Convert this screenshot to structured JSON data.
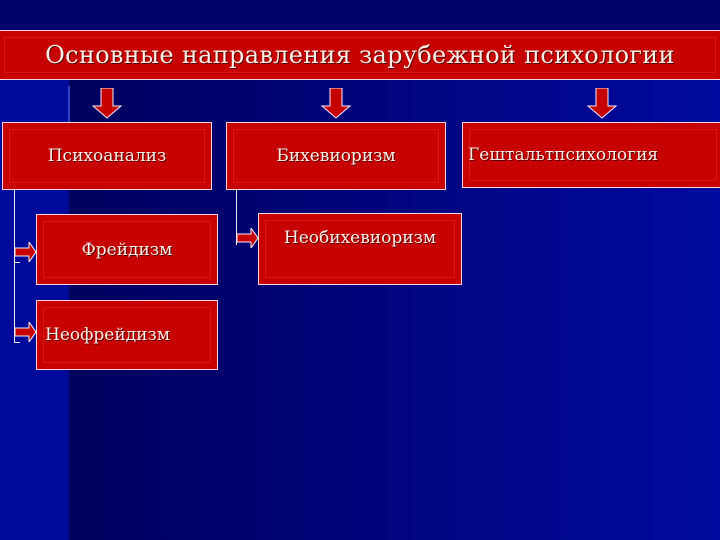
{
  "title": "Основные направления зарубежной психологии",
  "colors": {
    "background": "#00047a",
    "box_fill": "#c70000",
    "box_border": "#f3d9d9",
    "text": "#fbeee6"
  },
  "branches": [
    {
      "label": "Психоанализ",
      "children": [
        "Фрейдизм",
        "Неофрейдизм"
      ]
    },
    {
      "label": "Бихевиоризм",
      "children": [
        "Необихевиоризм"
      ]
    },
    {
      "label": "Гештальтпсихология",
      "children": []
    }
  ],
  "icons": {
    "down_arrow": "down-arrow-icon",
    "right_arrow": "right-arrow-icon"
  }
}
